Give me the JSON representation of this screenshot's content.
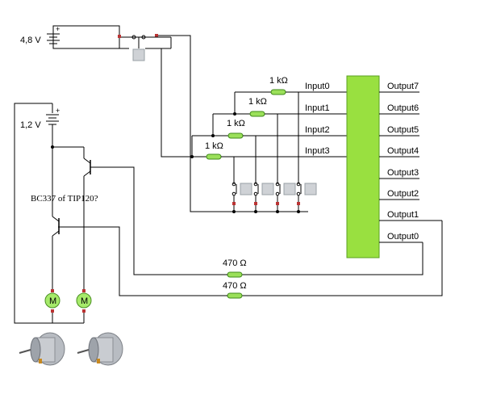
{
  "battery_top": {
    "label": "4,8 V"
  },
  "battery_left": {
    "label": "1,2 V"
  },
  "transistor_note": {
    "label": "BC337 of TIP120?"
  },
  "resistors_1k": [
    "1 kΩ",
    "1 kΩ",
    "1 kΩ",
    "1 kΩ"
  ],
  "resistors_470": [
    "470 Ω",
    "470 Ω"
  ],
  "chip": {
    "inputs": [
      "Input0",
      "Input1",
      "Input2",
      "Input3"
    ],
    "outputs": [
      "Output7",
      "Output6",
      "Output5",
      "Output4",
      "Output3",
      "Output2",
      "Output1",
      "Output0"
    ],
    "color": "#99e040"
  },
  "motors": [
    "M",
    "M"
  ],
  "colors": {
    "resistor": "#9be05a",
    "chip": "#99e040",
    "wire": "#000000"
  }
}
